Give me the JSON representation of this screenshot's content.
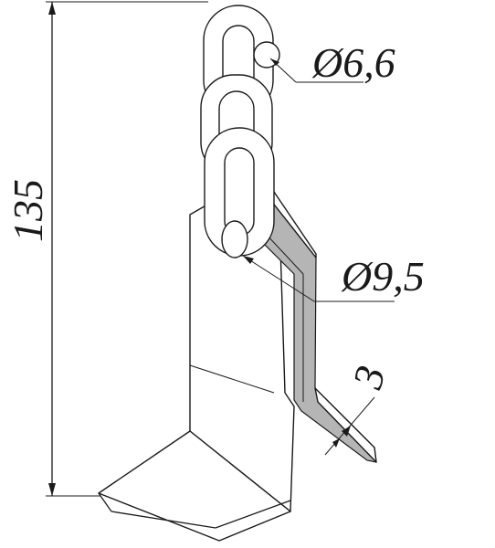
{
  "dimensions": {
    "height": "135",
    "bolt_hole": "Ø6,6",
    "chain_hole": "Ø9,5",
    "thickness": "3"
  }
}
